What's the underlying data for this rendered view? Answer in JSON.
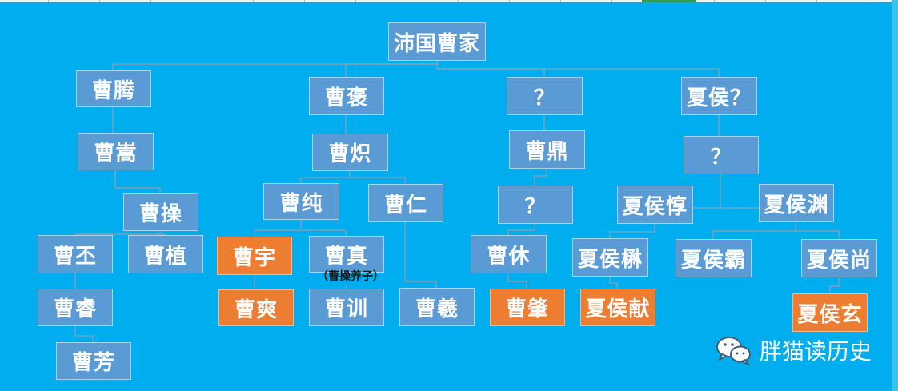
{
  "diagram": {
    "root": "沛国曹家",
    "nodes": {
      "cao_teng": "曹腾",
      "cao_bao": "曹褒",
      "unknown_1": "？",
      "xiahou_unknown": "夏侯？",
      "cao_song": "曹嵩",
      "cao_chi": "曹炽",
      "cao_ding": "曹鼎",
      "unknown_2": "？",
      "cao_cao": "曹操",
      "cao_chun": "曹纯",
      "cao_ren": "曹仁",
      "unknown_3": "？",
      "xiahou_dun": "夏侯惇",
      "xiahou_yuan": "夏侯渊",
      "cao_pi": "曹丕",
      "cao_zhi": "曹植",
      "cao_yu": "曹宇",
      "cao_zhen": "曹真",
      "cao_xiu": "曹休",
      "xiahou_mao": "夏侯楙",
      "xiahou_ba": "夏侯霸",
      "xiahou_shang": "夏侯尚",
      "cao_rui": "曹睿",
      "cao_shuang": "曹爽",
      "cao_xun": "曹训",
      "cao_xi": "曹羲",
      "cao_zhao": "曹肇",
      "xiahou_xian": "夏侯献",
      "xiahou_xuan": "夏侯玄",
      "cao_fang": "曹芳"
    },
    "cao_zhen_note": "（曹操养子）",
    "colors": {
      "background": "#00AEEF",
      "node": "#5B9BD5",
      "highlight": "#ED7D31",
      "line": "#7F9FB6"
    }
  },
  "watermark": {
    "icon": "wechat-icon",
    "text": "胖猫读历史"
  }
}
